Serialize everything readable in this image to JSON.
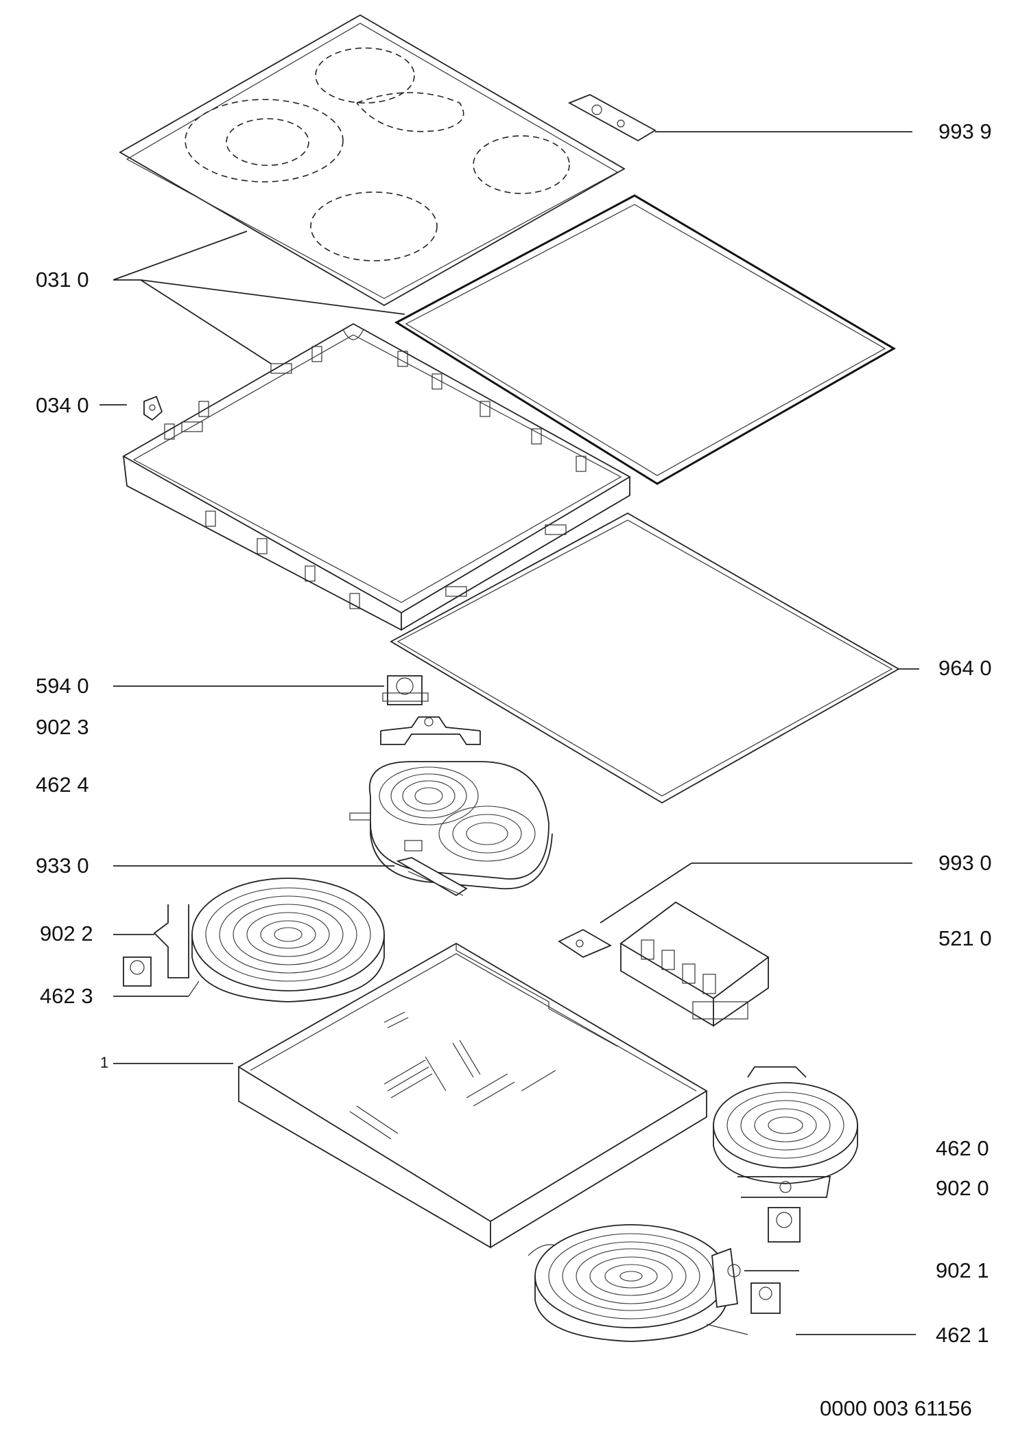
{
  "labels": {
    "993_9": "993 9",
    "031_0": "031 0",
    "034_0": "034 0",
    "964_0": "964 0",
    "594_0": "594 0",
    "902_3": "902 3",
    "462_4": "462 4",
    "933_0": "933 0",
    "993_0": "993 0",
    "902_2": "902 2",
    "521_0": "521 0",
    "462_3": "462 3",
    "1": "1",
    "462_0": "462 0",
    "902_0": "902 0",
    "902_1": "902 1",
    "462_1": "462 1"
  },
  "document_number": "0000 003 61156"
}
